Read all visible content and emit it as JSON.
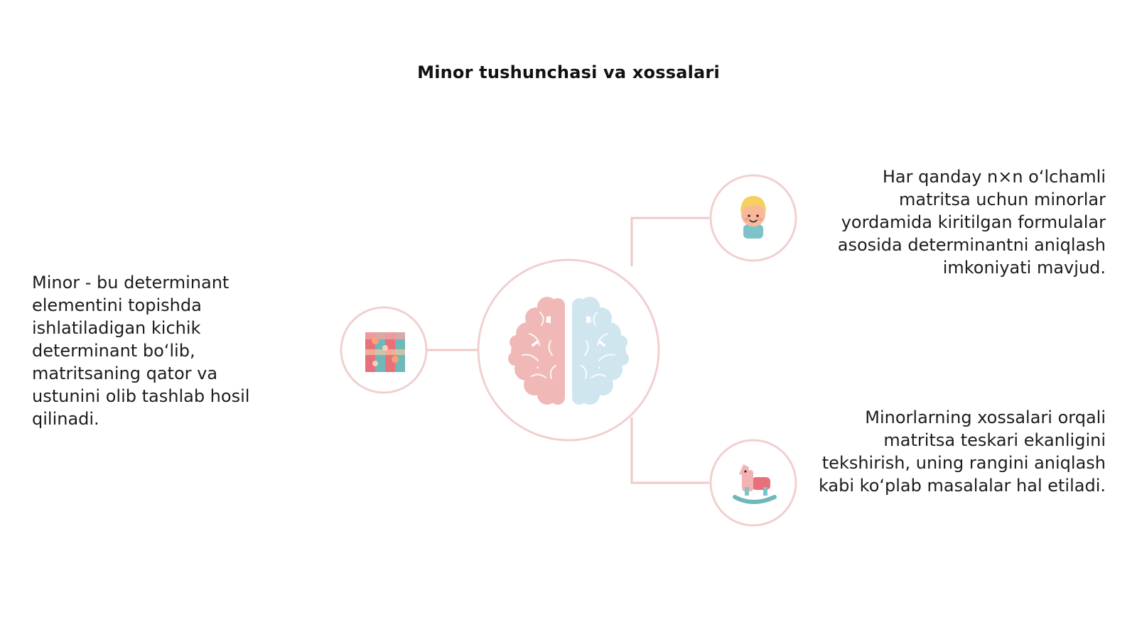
{
  "slide": {
    "title": "Minor tushunchasi va xossalari"
  },
  "items": {
    "left": {
      "text": "Minor - bu determinant elementini topishda ishlatiladigan kichik determinant bo‘lib, matritsaning qator va ustunini olib tashlab hosil qilinadi.",
      "icon": "puzzle-icon"
    },
    "top_right": {
      "text": "Har qanday n×n o‘lchamli matritsa uchun minorlar yordamida kiritilgan formulalar asosida determinantni aniqlash imkoniyati mavjud.",
      "icon": "child-face-icon"
    },
    "bottom_right": {
      "text": "Minorlarning xossalari orqali matritsa teskari ekanligini tekshirish, uning rangini aniqlash kabi ko‘plab masalalar hal etiladi.",
      "icon": "rocking-horse-icon"
    },
    "center": {
      "icon": "brain-icon"
    }
  },
  "colors": {
    "connector": "#f0c8c8",
    "circle_stroke": "#f2cfcf",
    "brain_left": "#f1b8b8",
    "brain_right": "#cfe6ee",
    "accent_teal": "#6fb8b8",
    "accent_red": "#e8707a"
  }
}
